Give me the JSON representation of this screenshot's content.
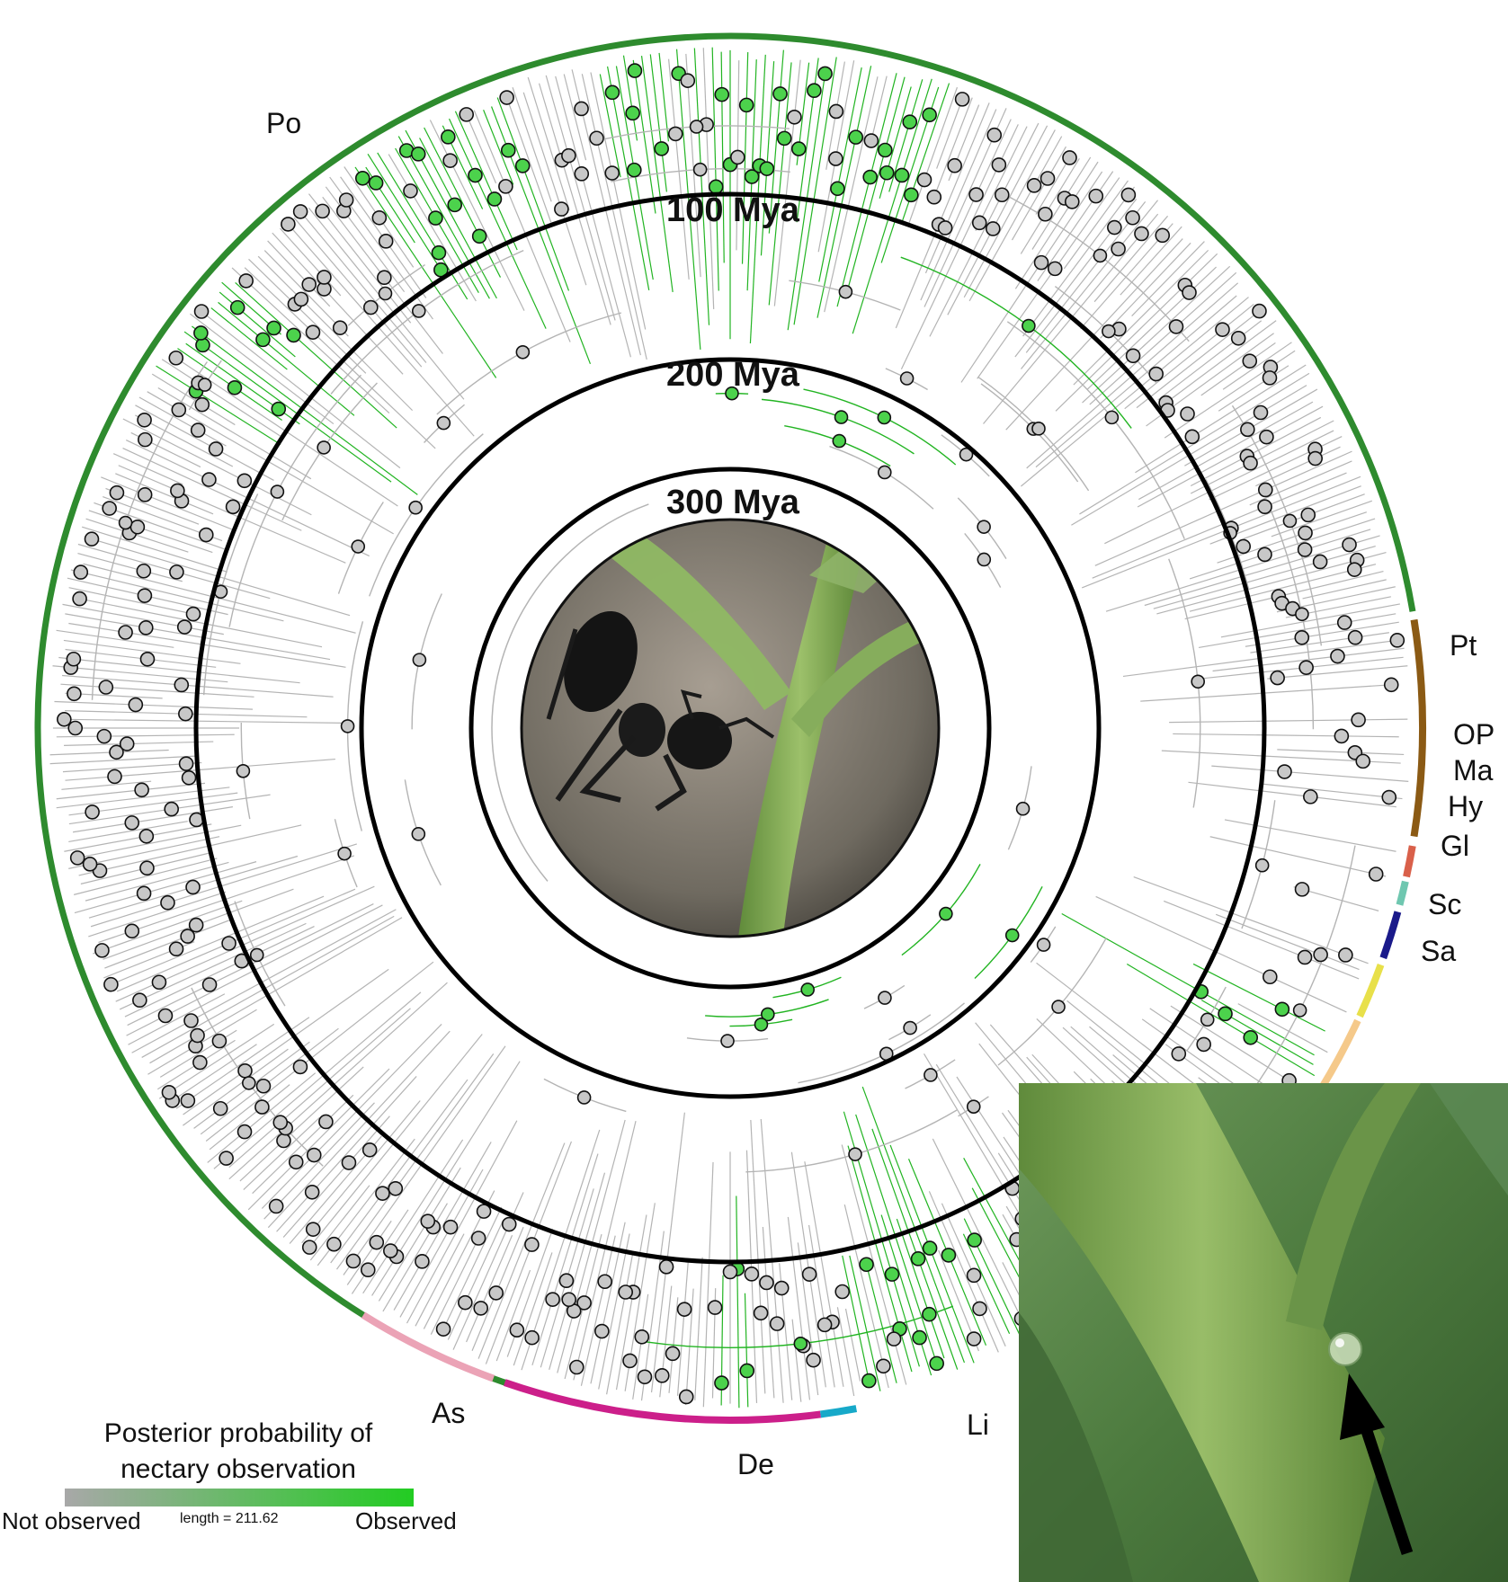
{
  "time_rings": [
    {
      "label": "100 Mya",
      "key": "r100"
    },
    {
      "label": "200 Mya",
      "key": "r200"
    },
    {
      "label": "300 Mya",
      "key": "r300"
    }
  ],
  "clades": [
    {
      "code": "Po",
      "color": "#2e8b2e"
    },
    {
      "code": "Pt",
      "color": "#8b5a14"
    },
    {
      "code": "OP",
      "color": "#d9604a"
    },
    {
      "code": "Ma",
      "color": "#6fc7b0"
    },
    {
      "code": "Hy",
      "color": "#1a1a8a"
    },
    {
      "code": "Gl",
      "color": "#e8e04a"
    },
    {
      "code": "Sc",
      "color": "#f5c98a"
    },
    {
      "code": "Sa",
      "color": "#111111"
    },
    {
      "code": "As",
      "color": "#eba3b6"
    },
    {
      "code": "De",
      "color": "#cc1f8a"
    },
    {
      "code": "Li",
      "color": "#17a9c9"
    }
  ],
  "legend": {
    "title_line1": "Posterior probability of",
    "title_line2": "nectary observation",
    "low_label": "Not observed",
    "high_label": "Observed",
    "length_label": "length = 211.62",
    "color_low": "#a8a8a8",
    "color_high": "#22cc22"
  },
  "colors": {
    "branch_gray": "#b4b4b4",
    "branch_green": "#22b422",
    "node_gray": "#c8c8c8",
    "node_green": "#4cd24c"
  },
  "photos": {
    "center": "ant-on-plant-stem-photo",
    "inset": "extrafloral-nectary-droplet-photo",
    "inset_arrow": "arrow-icon"
  }
}
